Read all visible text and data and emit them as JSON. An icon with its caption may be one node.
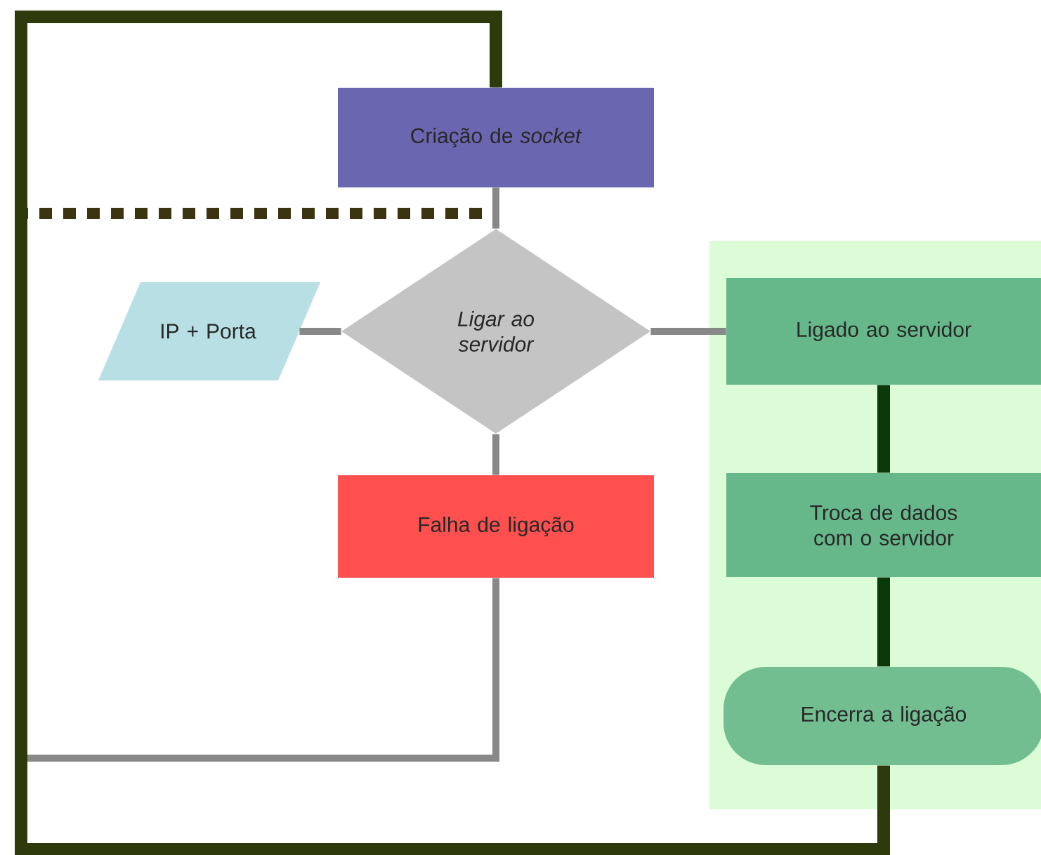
{
  "diagram": {
    "nodes": [
      {
        "text": [
          "Criação de *socket*"
        ]
      },
      {
        "text": [
          "IP + Porta"
        ]
      },
      {
        "text": [
          "Ligar ao servidor"
        ]
      },
      {
        "text": [],
        "shape": "box"
      },
      {
        "text": [
          "Ligado ao servidor"
        ],
        "in": 3
      },
      {
        "text": [
          "Troca de dados com o servidor"
        ],
        "in": 3
      },
      {
        "text": [
          "Encerra a ligação"
        ],
        "in": 3
      },
      {
        "text": [
          "Falha de ligação"
        ]
      }
    ],
    "edges": [
      {
        "from": 0,
        "to": 2,
        "arrow": "none"
      },
      {
        "from": 1,
        "to": 2,
        "arrow": "none"
      },
      {
        "from": 2,
        "to": 4,
        "arrow": "none"
      },
      {
        "from": 2,
        "to": 7,
        "arrow": "none"
      },
      {
        "from": 4,
        "to": 5,
        "arrow": "none",
        "style": "thick",
        "color": "#0a3a0a"
      },
      {
        "from": 5,
        "to": 6,
        "arrow": "none",
        "style": "thick",
        "color": "#0a3a0a"
      },
      {
        "from": 7,
        "to": 0,
        "arrow": "none"
      },
      {
        "from": 6,
        "to": 0,
        "arrow": "none",
        "style": "thick",
        "color": "#2e3a0c"
      }
    ]
  }
}
